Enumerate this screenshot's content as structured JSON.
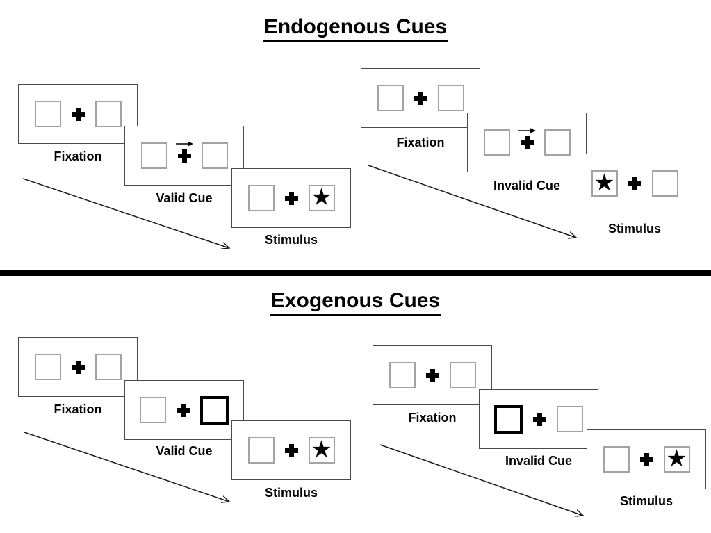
{
  "titles": {
    "endogenous": "Endogenous Cues",
    "exogenous": "Exogenous Cues"
  },
  "glyphs": {
    "star": "★"
  },
  "icons": {
    "fixation_cross": "heavy-plus-cross",
    "cue_arrow": "right-arrow",
    "time_arrow": "diagonal-arrow-down-right"
  },
  "colors": {
    "ink": "#000000",
    "panel_border": "#4a4a4a",
    "square_border": "#a3a3a3",
    "background": "#ffffff"
  },
  "sections": [
    {
      "title": "Endogenous Cues",
      "cue_style": "central arrow above fixation cross"
    },
    {
      "title": "Exogenous Cues",
      "cue_style": "peripheral box brightening (bold outline)"
    }
  ],
  "sequences": [
    {
      "id": "endogenous-valid",
      "panels": [
        {
          "label": "Fixation",
          "cue": "none",
          "star": "none"
        },
        {
          "label": "Valid Cue",
          "cue": "arrow-right-above-cross",
          "star": "none"
        },
        {
          "label": "Stimulus",
          "cue": "none",
          "star": "right"
        }
      ]
    },
    {
      "id": "endogenous-invalid",
      "panels": [
        {
          "label": "Fixation",
          "cue": "none",
          "star": "none"
        },
        {
          "label": "Invalid Cue",
          "cue": "arrow-right-above-cross",
          "star": "none"
        },
        {
          "label": "Stimulus",
          "cue": "none",
          "star": "left"
        }
      ]
    },
    {
      "id": "exogenous-valid",
      "panels": [
        {
          "label": "Fixation",
          "cue": "none",
          "star": "none"
        },
        {
          "label": "Valid Cue",
          "cue": "bold-box-right",
          "star": "none"
        },
        {
          "label": "Stimulus",
          "cue": "none",
          "star": "right"
        }
      ]
    },
    {
      "id": "exogenous-invalid",
      "panels": [
        {
          "label": "Fixation",
          "cue": "none",
          "star": "none"
        },
        {
          "label": "Invalid Cue",
          "cue": "bold-box-left",
          "star": "none"
        },
        {
          "label": "Stimulus",
          "cue": "none",
          "star": "right"
        }
      ]
    }
  ]
}
